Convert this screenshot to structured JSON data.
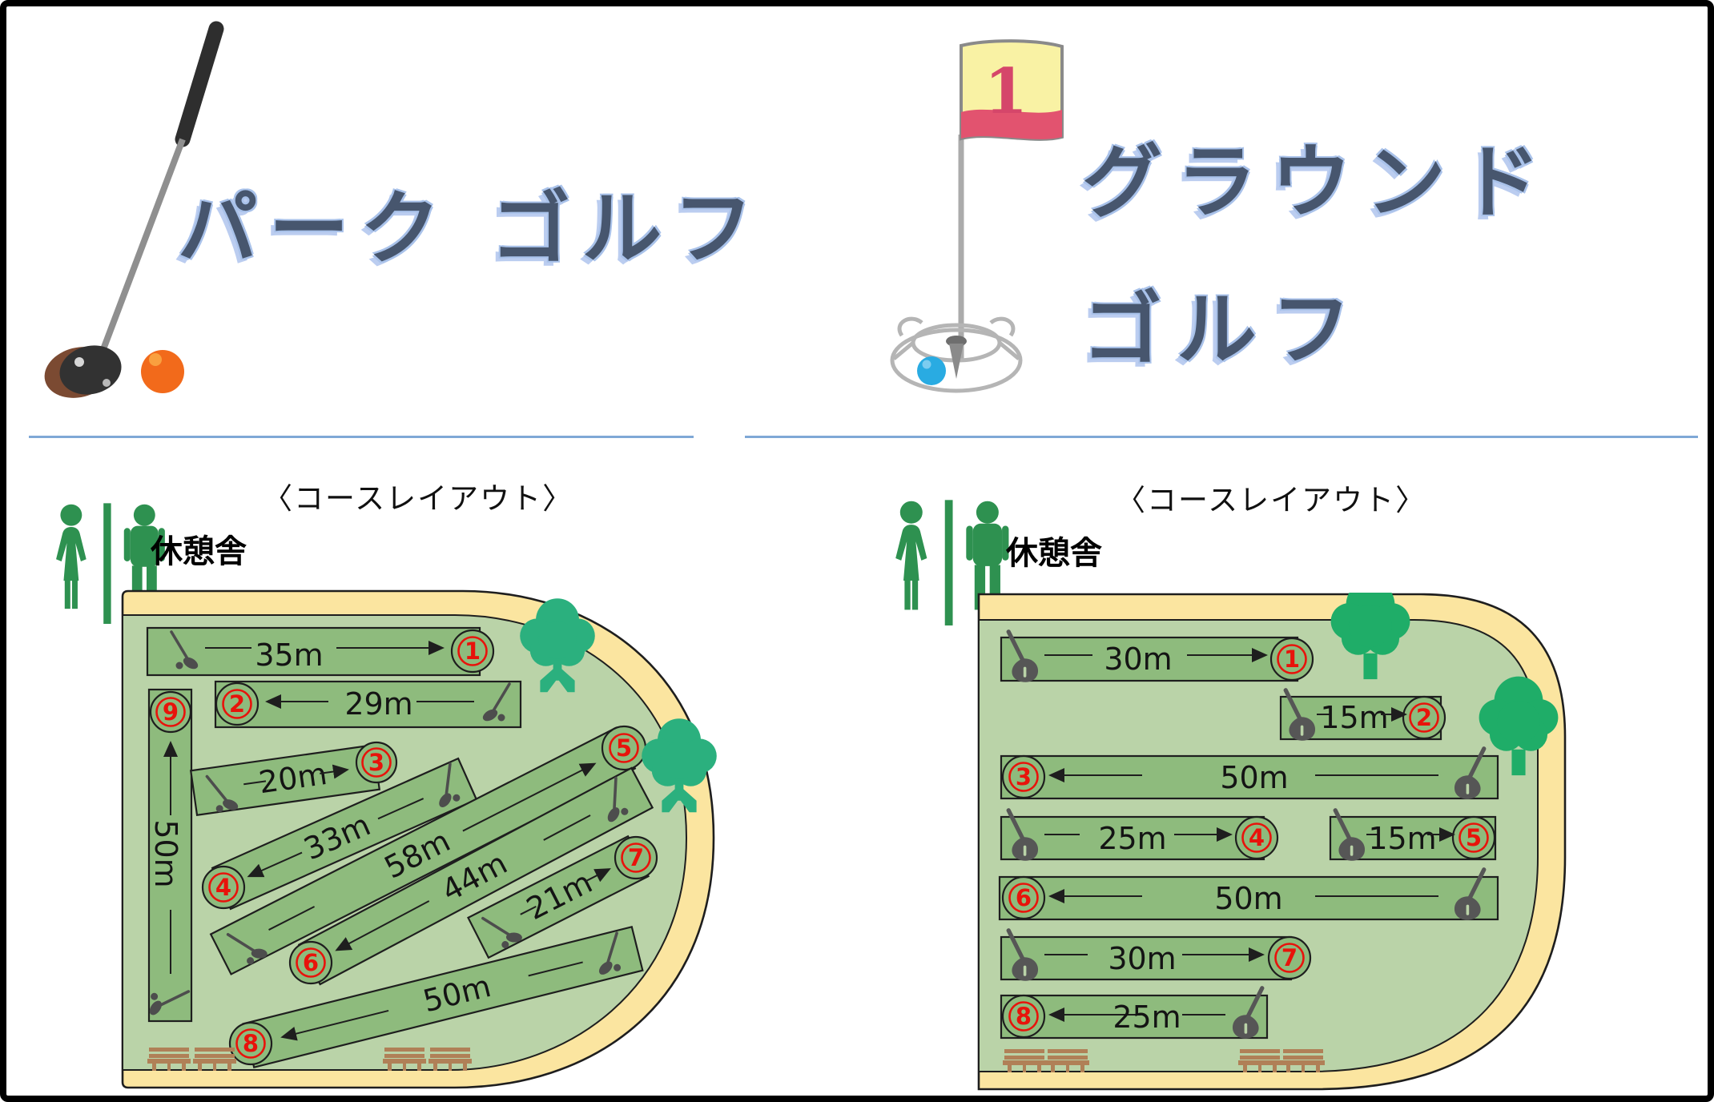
{
  "page": {
    "background": "#ffffff",
    "border_color": "#000000"
  },
  "colors": {
    "title_text": "#47566E",
    "title_glow": "#A9C2EA",
    "divider_blue": "#7FA8D6",
    "course_background_green": "#BAD3A8",
    "fairway_green": "#8EBB7D",
    "sand_border_yellow": "#FBE5A0",
    "outline_black": "#1E1E1E",
    "hole_number_red": "#E8130B",
    "restroom_green": "#2E9150",
    "tree_green_left": "#2BB07E",
    "tree_green_right": "#1FAD68",
    "bench_brown": "#B08057",
    "flag_yellow": "#F9F2A4",
    "flag_pink": "#E2536F",
    "park_ball_orange": "#F26A1B",
    "ground_ball_blue": "#29ABE2"
  },
  "left_panel": {
    "title": "パーク ゴルフ",
    "layout_heading": "〈コースレイアウト〉",
    "resthouse_label": "休憩舎",
    "icons": {
      "club": "park-golf-club-icon",
      "ball": "orange-ball-icon",
      "restroom": "restroom-icon",
      "tree": "tree-icon",
      "bench": "bench-icon"
    },
    "course": {
      "holes": [
        {
          "number": "1",
          "distance": "35m"
        },
        {
          "number": "2",
          "distance": "29m"
        },
        {
          "number": "3",
          "distance": "20m"
        },
        {
          "number": "4",
          "distance": "33m"
        },
        {
          "number": "5",
          "distance": "58m"
        },
        {
          "number": "6",
          "distance": "44m"
        },
        {
          "number": "7",
          "distance": "21m"
        },
        {
          "number": "8",
          "distance": "50m"
        },
        {
          "number": "9",
          "distance": "50m"
        }
      ]
    }
  },
  "right_panel": {
    "title_line1": "グラウンド",
    "title_line2": "ゴルフ",
    "flag_number": "1",
    "layout_heading": "〈コースレイアウト〉",
    "resthouse_label": "休憩舎",
    "icons": {
      "flag": "hole-flag-icon",
      "ball": "blue-ball-icon",
      "restroom": "restroom-icon",
      "tree": "tree-icon",
      "bench": "bench-icon"
    },
    "course": {
      "holes": [
        {
          "number": "1",
          "distance": "30m"
        },
        {
          "number": "2",
          "distance": "15m"
        },
        {
          "number": "3",
          "distance": "50m"
        },
        {
          "number": "4",
          "distance": "25m"
        },
        {
          "number": "5",
          "distance": "15m"
        },
        {
          "number": "6",
          "distance": "50m"
        },
        {
          "number": "7",
          "distance": "30m"
        },
        {
          "number": "8",
          "distance": "25m"
        }
      ]
    }
  }
}
